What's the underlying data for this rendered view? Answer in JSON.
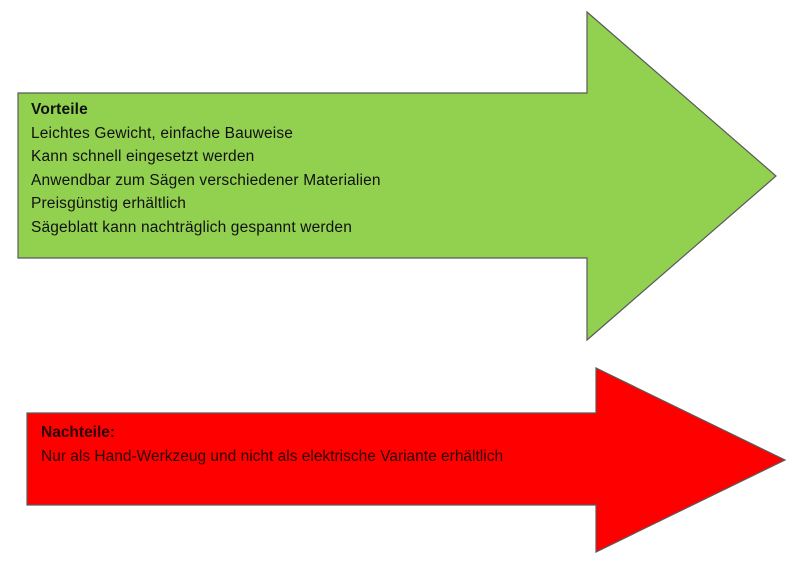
{
  "colors": {
    "pros_fill": "#92D050",
    "cons_fill": "#FF0000",
    "outline": "#5A5A5A",
    "background": "#FFFFFF"
  },
  "pros_arrow": {
    "icon": "right-arrow-shape",
    "title": "Vorteile",
    "items": [
      "Leichtes Gewicht, einfache Bauweise",
      "Kann schnell eingesetzt werden",
      "Anwendbar zum Sägen verschiedener Materialien",
      "Preisgünstig erhältlich",
      "Sägeblatt kann nachträglich gespannt werden"
    ]
  },
  "cons_arrow": {
    "icon": "right-arrow-shape",
    "title": "Nachteile:",
    "items": [
      "Nur als Hand-Werkzeug und nicht als elektrische Variante erhältlich"
    ]
  }
}
